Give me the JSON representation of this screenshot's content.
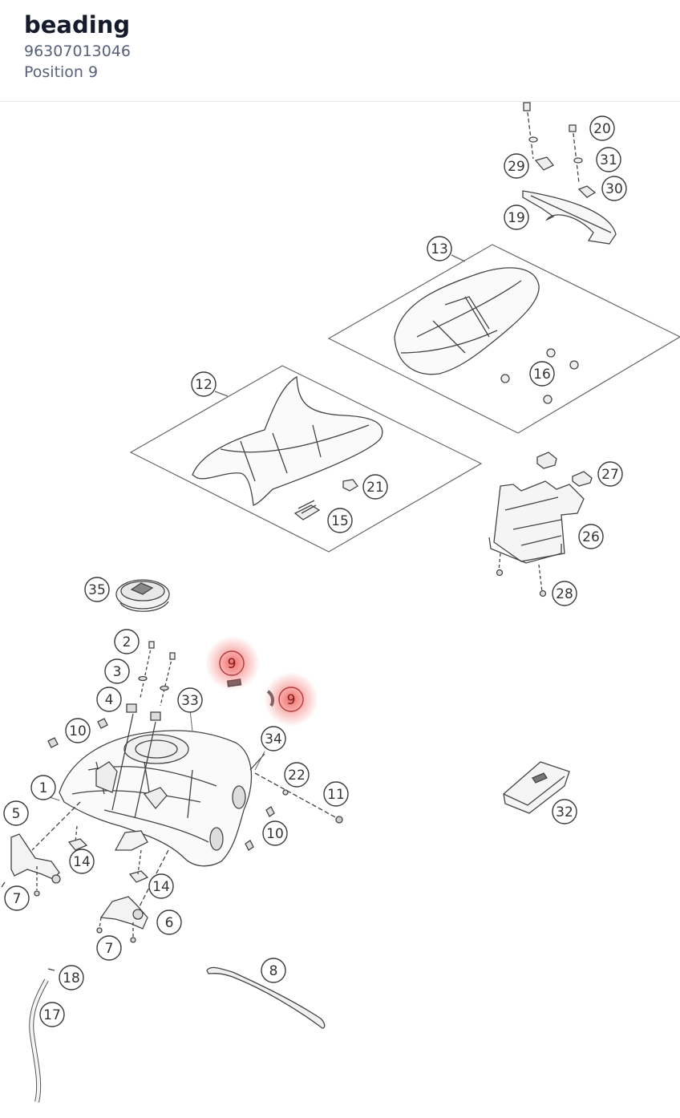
{
  "part": {
    "name": "beading",
    "number": "96307013046",
    "position_label": "Position 9"
  },
  "highlight": {
    "color": "#e53935",
    "position": "9"
  },
  "callouts": [
    "20",
    "29",
    "31",
    "30",
    "19",
    "13",
    "16",
    "12",
    "21",
    "15",
    "27",
    "26",
    "28",
    "35",
    "2",
    "3",
    "9",
    "9",
    "4",
    "33",
    "10",
    "34",
    "22",
    "11",
    "1",
    "5",
    "10",
    "14",
    "14",
    "7",
    "6",
    "7",
    "32",
    "8",
    "18",
    "17"
  ]
}
